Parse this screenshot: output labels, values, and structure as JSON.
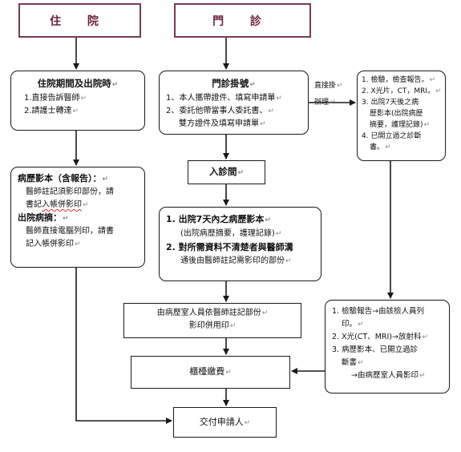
{
  "headers": {
    "inpatient": "住 院",
    "outpatient": "門 診"
  },
  "inpatient_box": {
    "title": "住院期間及出院時",
    "lines": [
      "1.直接告訴醫師",
      "2.請護士轉達"
    ]
  },
  "outpatient_box": {
    "title": "門診掛號",
    "lines": [
      "1、本人攜帶證件、填寫申請單",
      "2、委託他帶當事人委託書、",
      "雙方證件及填寫申請單"
    ]
  },
  "direct_reg_note": [
    "直接掛",
    "辦理"
  ],
  "direct_items_box": {
    "lines": [
      "1. 檢驗，檢查報告。",
      "2. X光片，CT，MRI。",
      "3. 出院7天後之病",
      "歷影本(出院病歷",
      "摘要，護理記錄)",
      "4. 已開立過之診斷",
      "書。"
    ]
  },
  "record_copy_box": {
    "title": "病歷影本（含報告）",
    "colon": "：",
    "line1": "醫師註記須影印部份，請",
    "line2": "書記",
    "line2_wavy": "入帳併影印",
    "subtitle": "出院病摘",
    "sub_colon": "：",
    "line3": "醫師直接電腦列印，請書",
    "line4": "記入帳併影印"
  },
  "clinic_box": {
    "label": "入診間"
  },
  "clinic_detail_box": {
    "line1": "1. 出院7天內之病歷影本",
    "line2": "(出院病歷摘要，護理記錄)",
    "line3": "2. 對所需資料不清楚者與醫師溝",
    "line4": "通後由醫師註記需影印的部份"
  },
  "staff_copy_box": {
    "line1": "由病歷室人員依醫師註記部份",
    "line2": "影印併用印"
  },
  "routing_box": {
    "lines": [
      "1. 檢驗報告→由該檢人員列",
      "印。",
      "2. X光(CT、MRI)→放射科",
      "3. 病歷影本、已開立過診",
      "斷書",
      "→由病歷室人員影印"
    ]
  },
  "payment_box": {
    "label": "櫃檯繳費"
  },
  "delivery_box": {
    "label": "交付申請人"
  },
  "colors": {
    "header_border": "#7a3a56",
    "header_text": "#6b1f3c",
    "line": "#1a1a1a",
    "wavy": "#dd3333"
  }
}
